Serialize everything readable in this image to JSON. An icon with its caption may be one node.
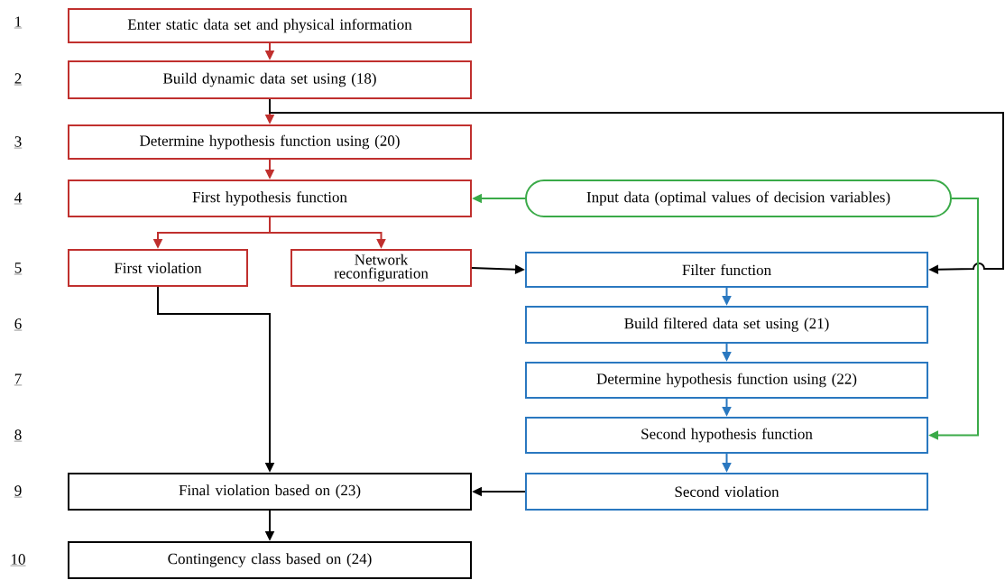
{
  "diagram": {
    "nodes": [
      {
        "text": [
          "Enter static data set and physical information"
        ]
      },
      {
        "text": [
          "Build dynamic data set using (18)"
        ]
      },
      {
        "text": [
          "Determine hypothesis function using (20)"
        ]
      },
      {
        "text": [
          "First hypothesis function"
        ]
      },
      {
        "text": [
          "Input data (optimal values of decision variables)"
        ]
      },
      {
        "text": [
          "First violation"
        ]
      },
      {
        "text": [
          "Network reconfiguration"
        ]
      },
      {
        "text": [
          "Filter function"
        ]
      },
      {
        "text": [
          "Build filtered data set using (21)"
        ]
      },
      {
        "text": [
          "Determine hypothesis function using (22)"
        ]
      },
      {
        "text": [
          "Second hypothesis function"
        ]
      },
      {
        "text": [
          "Second violation"
        ]
      },
      {
        "text": [
          "Final violation based on (23)"
        ]
      },
      {
        "text": [
          "Contingency class based on (24)"
        ]
      }
    ],
    "edges": [
      {
        "from": 0,
        "to": 1,
        "arrow": "to",
        "color": "#c0302e"
      },
      {
        "from": 1,
        "to": 2,
        "arrow": "to",
        "color": "#c0302e"
      },
      {
        "from": 2,
        "to": 3,
        "arrow": "to",
        "color": "#c0302e"
      },
      {
        "from": 3,
        "to": 5,
        "arrow": "to",
        "color": "#c0302e"
      },
      {
        "from": 3,
        "to": 6,
        "arrow": "to",
        "color": "#c0302e"
      },
      {
        "from": 1,
        "to": 7,
        "arrow": "to",
        "color": "#000000"
      },
      {
        "from": 4,
        "to": 3,
        "arrow": "to",
        "color": "#3aaa48"
      },
      {
        "from": 4,
        "to": 10,
        "arrow": "to",
        "color": "#3aaa48"
      },
      {
        "from": 6,
        "to": 7,
        "arrow": "to",
        "color": "#000000"
      },
      {
        "from": 7,
        "to": 8,
        "arrow": "to",
        "color": "#2a78c0"
      },
      {
        "from": 8,
        "to": 9,
        "arrow": "to",
        "color": "#2a78c0"
      },
      {
        "from": 9,
        "to": 10,
        "arrow": "to",
        "color": "#2a78c0"
      },
      {
        "from": 10,
        "to": 11,
        "arrow": "to",
        "color": "#2a78c0"
      },
      {
        "from": 5,
        "to": 12,
        "arrow": "to",
        "color": "#000000"
      },
      {
        "from": 11,
        "to": 12,
        "arrow": "to",
        "color": "#000000"
      },
      {
        "from": 12,
        "to": 13,
        "arrow": "to",
        "color": "#000000"
      }
    ],
    "labels": [
      "1",
      "2",
      "3",
      "4",
      "5",
      "6",
      "7",
      "8",
      "9",
      "10"
    ]
  }
}
